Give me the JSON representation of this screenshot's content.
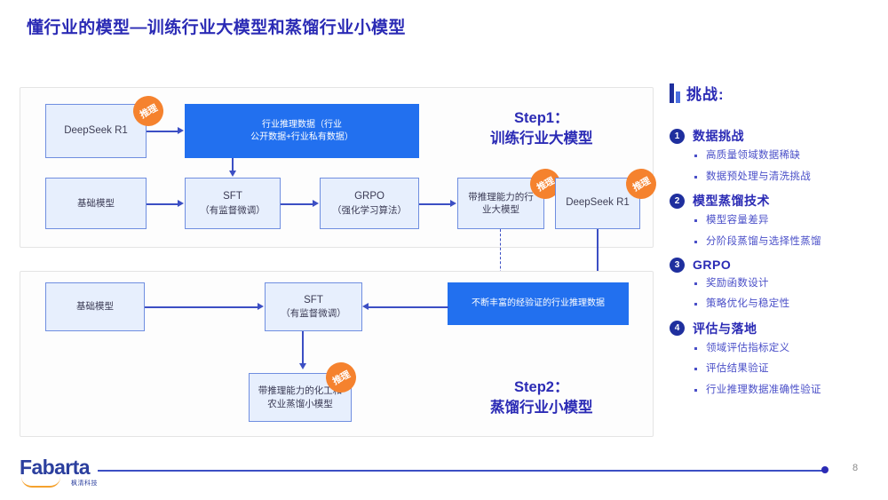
{
  "slide": {
    "title": "懂行业的模型—训练行业大模型和蒸馏行业小模型",
    "page_number": "8",
    "accent_blue": "#2270ef",
    "accent_dark_blue": "#2b2bb5",
    "accent_orange": "#f5822e",
    "connector_color": "#3c4fc4"
  },
  "logo": {
    "word": "Fabarta",
    "cn": "枫清科技"
  },
  "step1": {
    "label_line1": "Step1：",
    "label_line2": "训练行业大模型",
    "nodes": {
      "deepseek_r1": "DeepSeek R1",
      "industry_data_line1": "行业推理数据（行业",
      "industry_data_line2": "公开数据+行业私有数据）",
      "base_model": "基础模型",
      "sft_line1": "SFT",
      "sft_line2": "（有监督微调）",
      "grpo_line1": "GRPO",
      "grpo_line2": "（强化学习算法）",
      "reasoning_big_model_line1": "带推理能力的行",
      "reasoning_big_model_line2": "业大模型",
      "deepseek_r1_right": "DeepSeek R1"
    },
    "badges": {
      "deepseek": "推理",
      "big_model": "推理",
      "deepseek_right": "推理"
    }
  },
  "step2": {
    "label_line1": "Step2：",
    "label_line2": "蒸馏行业小模型",
    "nodes": {
      "base_model": "基础模型",
      "sft_line1": "SFT",
      "sft_line2": "（有监督微调）",
      "enriched_data": "不断丰富的经验证的行业推理数据",
      "small_model_line1": "带推理能力的化工和",
      "small_model_line2": "农业蒸馏小模型"
    },
    "badges": {
      "small_model": "推理"
    }
  },
  "challenges": {
    "heading": "挑战:",
    "groups": [
      {
        "number": "1",
        "title": "数据挑战",
        "bullets": [
          "高质量领域数据稀缺",
          "数据预处理与清洗挑战"
        ]
      },
      {
        "number": "2",
        "title": "模型蒸馏技术",
        "bullets": [
          "模型容量差异",
          "分阶段蒸馏与选择性蒸馏"
        ]
      },
      {
        "number": "3",
        "title": "GRPO",
        "bullets": [
          "奖励函数设计",
          "策略优化与稳定性"
        ]
      },
      {
        "number": "4",
        "title": "评估与落地",
        "bullets": [
          "领域评估指标定义",
          "评估结果验证",
          "行业推理数据准确性验证"
        ]
      }
    ]
  }
}
